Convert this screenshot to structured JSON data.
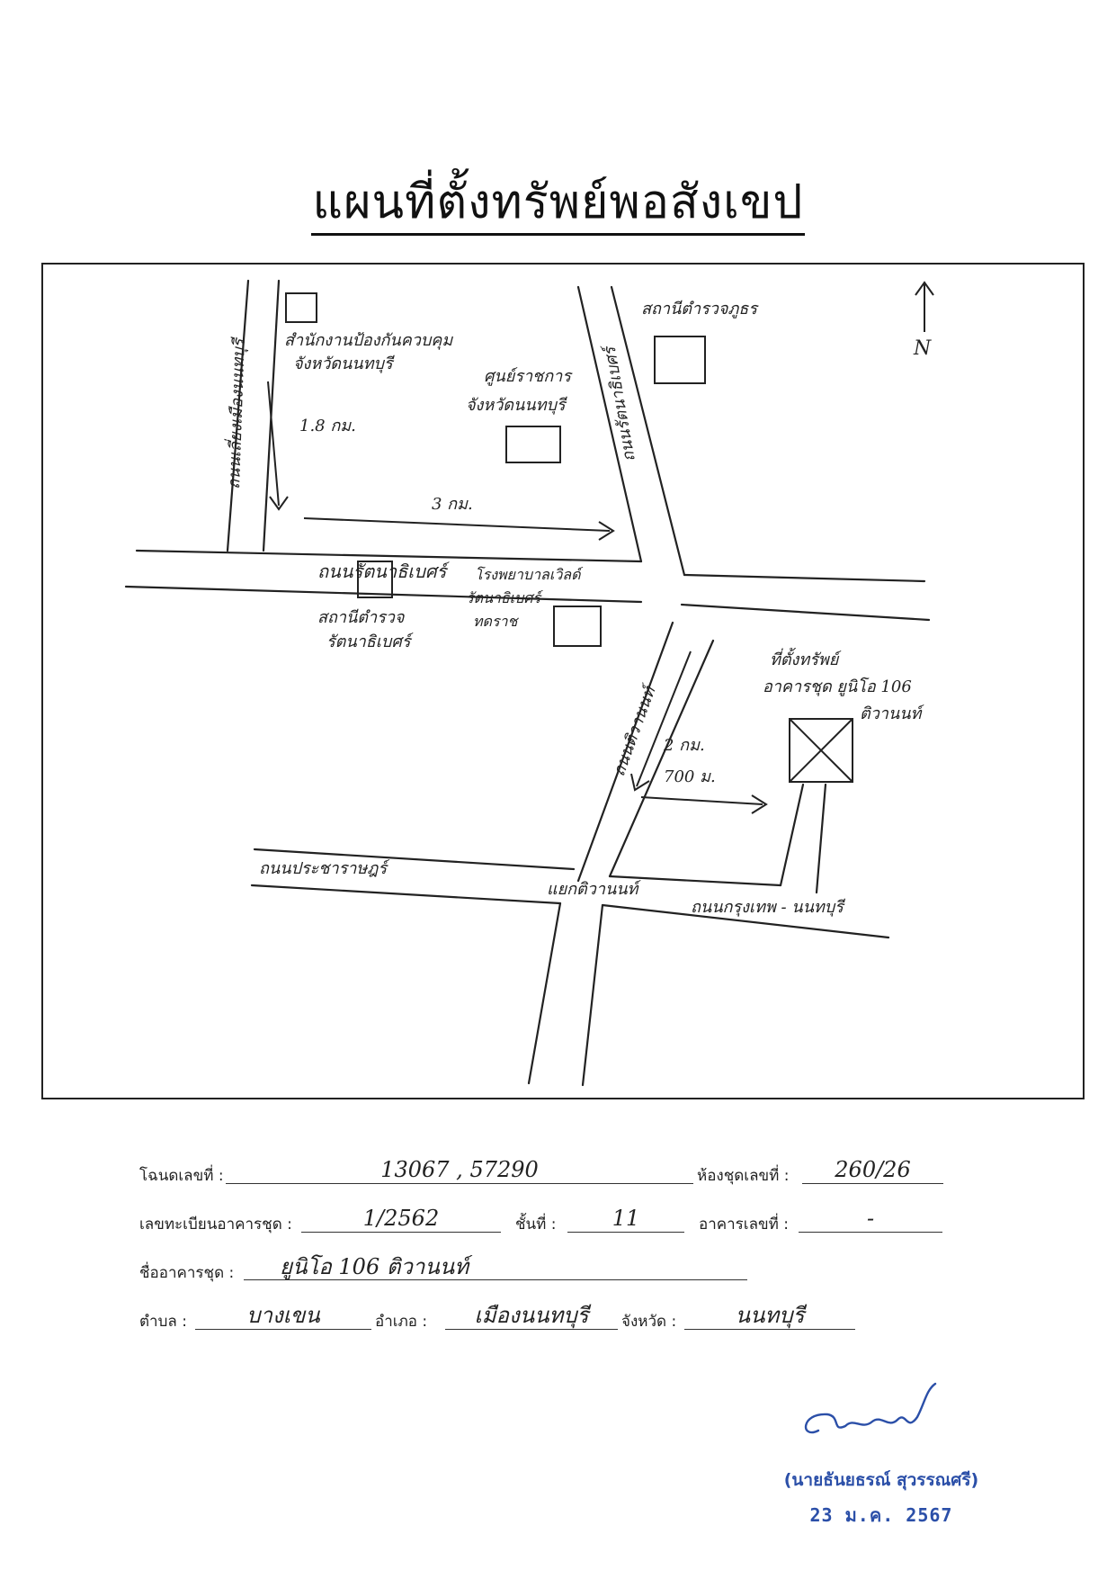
{
  "title": "แผนที่ตั้งทรัพย์พอสังเขป",
  "map": {
    "north": "N",
    "labels": {
      "office": "สำนักงานป้องกันควบคุม\nจังหวัดนนทบุรี",
      "govt_center": "ศูนย์ราชการ\nจังหวัดนนทบุรี",
      "police_station_top": "สถานีตำรวจภูธร",
      "road_vertical_left": "ถนนเลี่ยงเมืองนนทบุรี",
      "road_vertical_mid": "ถนนรัตนาธิเบศร์",
      "road_horizontal_main": "ถนนรัตนาธิเบศร์",
      "police_station_bottom": "สถานีตำรวจ\nรัตนาธิเบศร์",
      "hospital": "โรงพยาบาลเวิลด์\nรัตนาธิเบศร์\nทดราช",
      "road_vertical_right": "ถนนติวานนท์",
      "property": "ที่ตั้งทรัพย์\nอาคารชุด ยูนิโอ 106\nติวานนท์",
      "road_bottom_left": "ถนนประชาราษฎร์",
      "intersection": "แยกติวานนท์",
      "road_bottom_right": "ถนนกรุงเทพ - นนทบุรี",
      "dist_1": "1.8 กม.",
      "dist_2": "3 กม.",
      "dist_3": "2 กม.",
      "dist_4": "700 ม."
    }
  },
  "form": {
    "deed_label": "โฉนดเลขที่ :",
    "deed_value": "13067  ,  57290",
    "unit_label": "ห้องชุดเลขที่ :",
    "unit_value": "260/26",
    "reg_label": "เลขทะเบียนอาคารชุด :",
    "reg_value": "1/2562",
    "floor_label": "ชั้นที่ :",
    "floor_value": "11",
    "building_no_label": "อาคารเลขที่ :",
    "building_no_value": "-",
    "building_name_label": "ชื่ออาคารชุด :",
    "building_name_value": "ยูนิโอ 106 ติวานนท์",
    "subdistrict_label": "ตำบล :",
    "subdistrict_value": "บางเขน",
    "district_label": "อำเภอ :",
    "district_value": "เมืองนนทบุรี",
    "province_label": "จังหวัด :",
    "province_value": "นนทบุรี"
  },
  "signature": {
    "name": "(นายธันยธรณ์ สุวรรณศรี)",
    "date": "23 ม.ค. 2567"
  },
  "colors": {
    "ink": "#222222",
    "stamp": "#2b4fa8"
  }
}
